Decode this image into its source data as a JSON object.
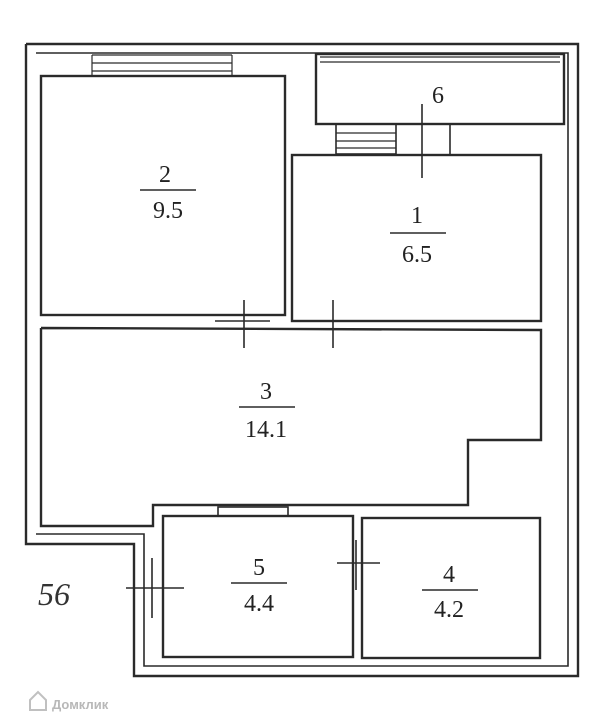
{
  "plan": {
    "code": "56",
    "watermark": "Домклик",
    "rooms": [
      {
        "id": "room-2",
        "number": "2",
        "area": "9.5"
      },
      {
        "id": "room-1",
        "number": "1",
        "area": "6.5"
      },
      {
        "id": "room-6",
        "number": "6",
        "area": ""
      },
      {
        "id": "room-3",
        "number": "3",
        "area": "14.1"
      },
      {
        "id": "room-5",
        "number": "5",
        "area": "4.4"
      },
      {
        "id": "room-4",
        "number": "4",
        "area": "4.2"
      }
    ]
  }
}
